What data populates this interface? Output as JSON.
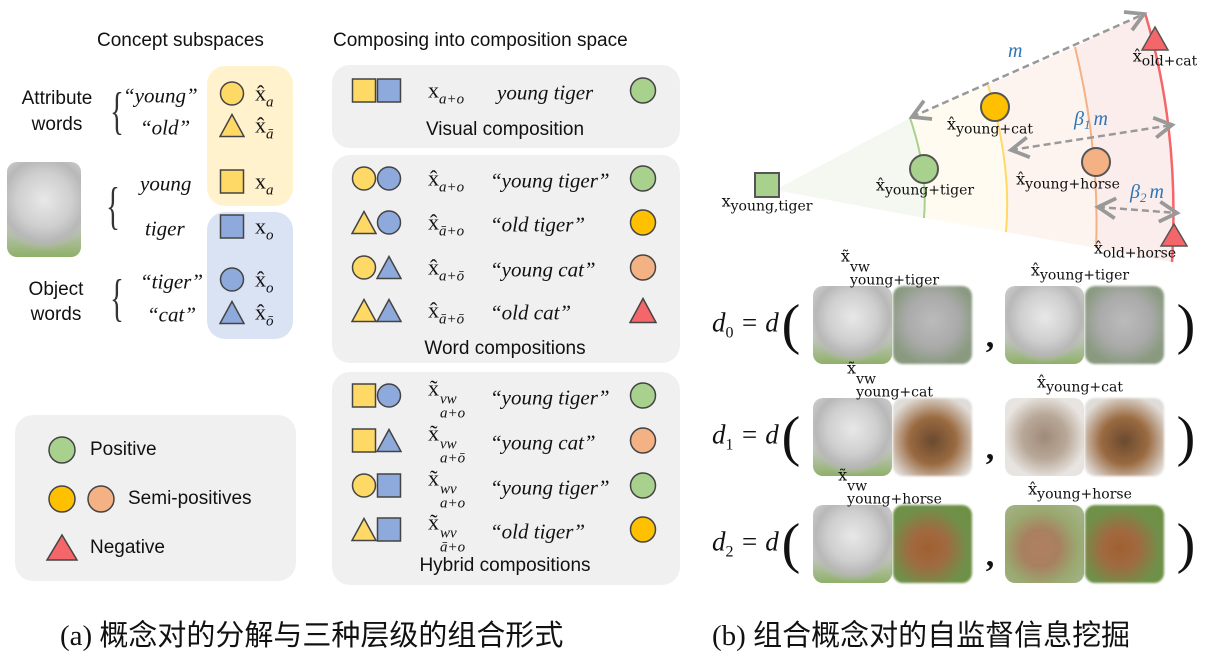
{
  "colors": {
    "attr": "#FFD966",
    "obj": "#8EA9DB",
    "positive": "#A9D18E",
    "semi_gold": "#FFC000",
    "semi_orange": "#F4B183",
    "negative": "#F4666A",
    "accent_text": "#2E75B6"
  },
  "left": {
    "concept_header": "Concept subspaces",
    "compose_header": "Composing into composition space",
    "attribute_label": [
      "Attribute",
      "words"
    ],
    "object_label": [
      "Object",
      "words"
    ],
    "words": [
      {
        "text": "“young”",
        "shape": "circle",
        "color": "attr",
        "sym": "x̂",
        "sub": "a"
      },
      {
        "text": "“old”",
        "shape": "triangle",
        "color": "attr",
        "sym": "x̂",
        "sub": "ā"
      },
      {
        "text": "young",
        "shape": "square",
        "color": "attr",
        "sym": "x",
        "sub": "a"
      },
      {
        "text": "tiger",
        "shape": "square",
        "color": "obj",
        "sym": "x",
        "sub": "o"
      },
      {
        "text": "“tiger”",
        "shape": "circle",
        "color": "obj",
        "sym": "x̂",
        "sub": "o"
      },
      {
        "text": "“cat”",
        "shape": "triangle",
        "color": "obj",
        "sym": "x̂",
        "sub": "ō"
      }
    ],
    "visual": {
      "title": "Visual composition",
      "rows": [
        {
          "shapes": [
            "square",
            "square"
          ],
          "sym": "x",
          "sub": "a+o",
          "sup": "",
          "text": "young tiger",
          "result": "positive",
          "result_shape": "circle"
        }
      ]
    },
    "word": {
      "title": "Word compositions",
      "rows": [
        {
          "shapes": [
            "circle",
            "circle"
          ],
          "sym": "x̂",
          "sub": "a+o",
          "sup": "",
          "text": "“young tiger”",
          "result": "positive",
          "result_shape": "circle"
        },
        {
          "shapes": [
            "triangle",
            "circle"
          ],
          "sym": "x̂",
          "sub": "ā+o",
          "sup": "",
          "text": "“old tiger”",
          "result": "semi_gold",
          "result_shape": "circle"
        },
        {
          "shapes": [
            "circle",
            "triangle"
          ],
          "sym": "x̂",
          "sub": "a+ō",
          "sup": "",
          "text": "“young cat”",
          "result": "semi_orange",
          "result_shape": "circle"
        },
        {
          "shapes": [
            "triangle",
            "triangle"
          ],
          "sym": "x̂",
          "sub": "ā+ō",
          "sup": "",
          "text": "“old cat”",
          "result": "negative",
          "result_shape": "triangle"
        }
      ]
    },
    "hybrid": {
      "title": "Hybrid compositions",
      "rows": [
        {
          "shapes": [
            "square",
            "circle"
          ],
          "sym": "x̃",
          "sub": "a+o",
          "sup": "vw",
          "text": "“young tiger”",
          "result": "positive",
          "result_shape": "circle"
        },
        {
          "shapes": [
            "square",
            "triangle"
          ],
          "sym": "x̃",
          "sub": "a+ō",
          "sup": "vw",
          "text": "“young cat”",
          "result": "semi_orange",
          "result_shape": "circle"
        },
        {
          "shapes": [
            "circle",
            "square"
          ],
          "sym": "x̃",
          "sub": "a+o",
          "sup": "wv",
          "text": "“young tiger”",
          "result": "positive",
          "result_shape": "circle"
        },
        {
          "shapes": [
            "triangle",
            "square"
          ],
          "sym": "x̃",
          "sub": "ā+o",
          "sup": "wv",
          "text": "“old tiger”",
          "result": "semi_gold",
          "result_shape": "circle"
        }
      ]
    },
    "legend": {
      "positive": "Positive",
      "semi": "Semi-positives",
      "negative": "Negative"
    },
    "caption": "(a) 概念对的分解与三种层级的组合形式"
  },
  "right": {
    "anchor": {
      "sym": "x",
      "sub": "young,tiger"
    },
    "points": [
      {
        "sym": "x̂",
        "sub": "young+tiger"
      },
      {
        "sym": "x̂",
        "sub": "young+cat"
      },
      {
        "sym": "x̂",
        "sub": "young+horse"
      },
      {
        "sym": "x̂",
        "sub": "old+cat"
      },
      {
        "sym": "x̂",
        "sub": "old+horse"
      }
    ],
    "margins": {
      "m": "m",
      "b1": "β",
      "b1sub": "1",
      "b2": "β",
      "b2sub": "2"
    },
    "rows": [
      {
        "d": "d",
        "dsub": "0",
        "eq": "= d",
        "left": {
          "sym": "x̃",
          "sup": "vw",
          "sub": "young+tiger"
        },
        "right": {
          "sym": "x̂",
          "sub": "young+tiger"
        }
      },
      {
        "d": "d",
        "dsub": "1",
        "eq": "= d",
        "left": {
          "sym": "x̃",
          "sup": "vw",
          "sub": "young+cat"
        },
        "right": {
          "sym": "x̂",
          "sub": "young+cat"
        }
      },
      {
        "d": "d",
        "dsub": "2",
        "eq": "= d",
        "left": {
          "sym": "x̃",
          "sup": "vw",
          "sub": "young+horse"
        },
        "right": {
          "sym": "x̂",
          "sub": "young+horse"
        }
      }
    ],
    "open_paren": "(",
    "close_paren": ")",
    "comma": ",",
    "caption": "(b) 组合概念对的自监督信息挖掘"
  }
}
